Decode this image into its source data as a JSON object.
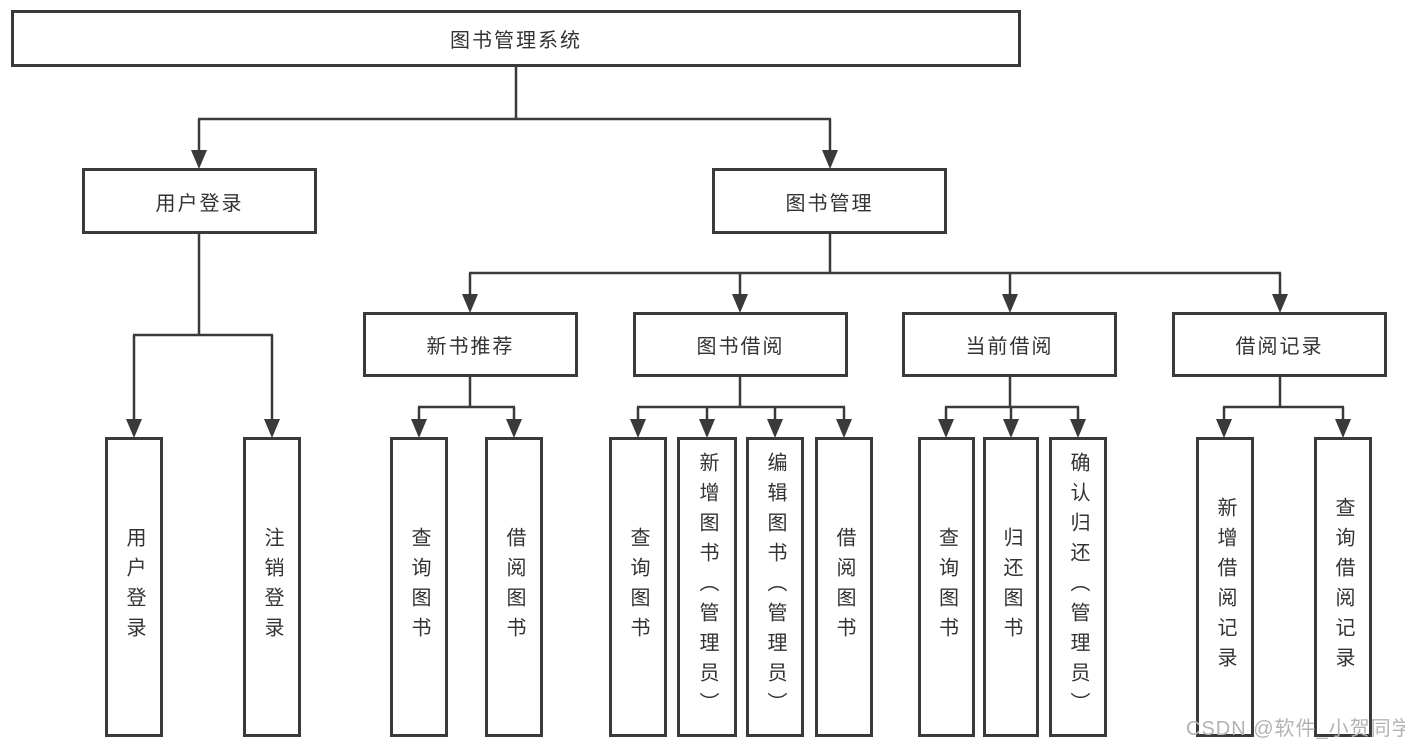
{
  "diagram": {
    "title": "图书管理系统",
    "nodes": {
      "root": "图书管理系统",
      "user_login": "用户登录",
      "book_mgmt": "图书管理",
      "new_books": "新书推荐",
      "book_borrow": "图书借阅",
      "current_borrow": "当前借阅",
      "borrow_records": "借阅记录",
      "leaves": {
        "user_login": [
          "用户登录",
          "注销登录"
        ],
        "new_books": [
          "查询图书",
          "借阅图书"
        ],
        "book_borrow": [
          "查询图书",
          "新增图书（管理员）",
          "编辑图书（管理员）",
          "借阅图书"
        ],
        "current_borrow": [
          "查询图书",
          "归还图书",
          "确认归还（管理员）"
        ],
        "borrow_records": [
          "新增借阅记录",
          "查询借阅记录"
        ]
      }
    }
  },
  "watermark": "CSDN @软件_小贺同学",
  "colors": {
    "line": "#3a3a3a",
    "text": "#333333",
    "watermark": "#b3b3b3",
    "background": "#ffffff"
  }
}
